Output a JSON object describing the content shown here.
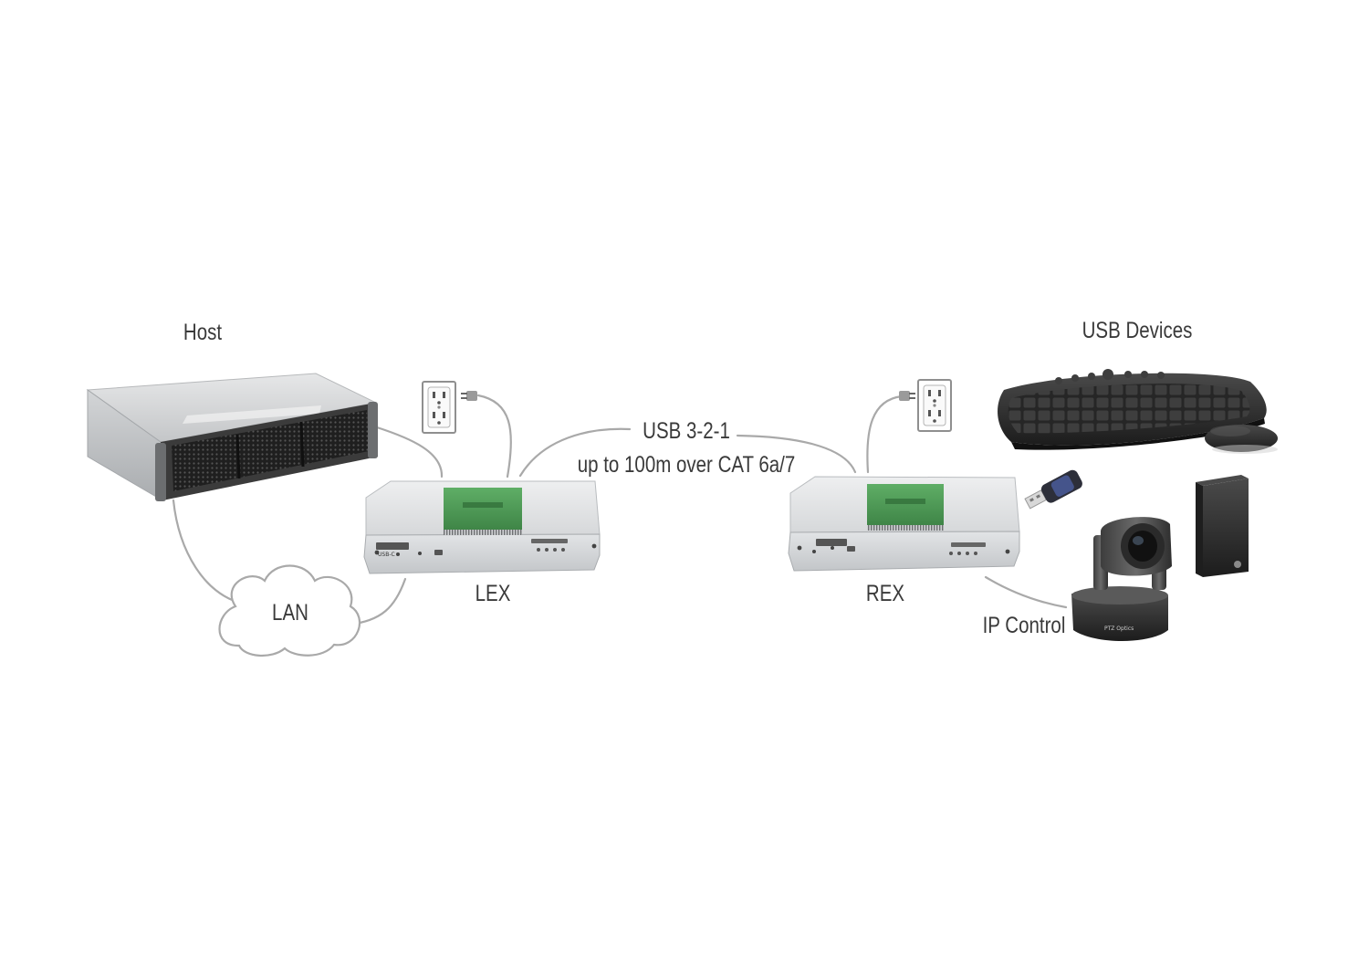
{
  "labels": {
    "host": "Host",
    "lan": "LAN",
    "lex": "LEX",
    "rex": "REX",
    "link_line1": "USB 3-2-1",
    "link_line2": "up to 100m over CAT 6a/7",
    "usb_devices": "USB Devices",
    "ip_control": "IP Control"
  },
  "device_marks": {
    "front_panel_model": "USB-C",
    "camera_brand": "PTZ Optics"
  },
  "colors": {
    "background": "#ffffff",
    "text": "#3a3a3a",
    "cable": "#a9a9a9",
    "extender_body": "#d9dbdc",
    "extender_green": "#4f9a56",
    "server_body": "#c7c9cb",
    "server_grille": "#2a2a2a",
    "device_dark": "#2b2b2b"
  },
  "icons": [
    "server-icon",
    "cloud-icon",
    "power-outlet-icon",
    "power-plug-icon",
    "extender-icon",
    "keyboard-icon",
    "mouse-icon",
    "usb-flash-drive-icon",
    "ptz-camera-icon",
    "hard-drive-icon"
  ]
}
